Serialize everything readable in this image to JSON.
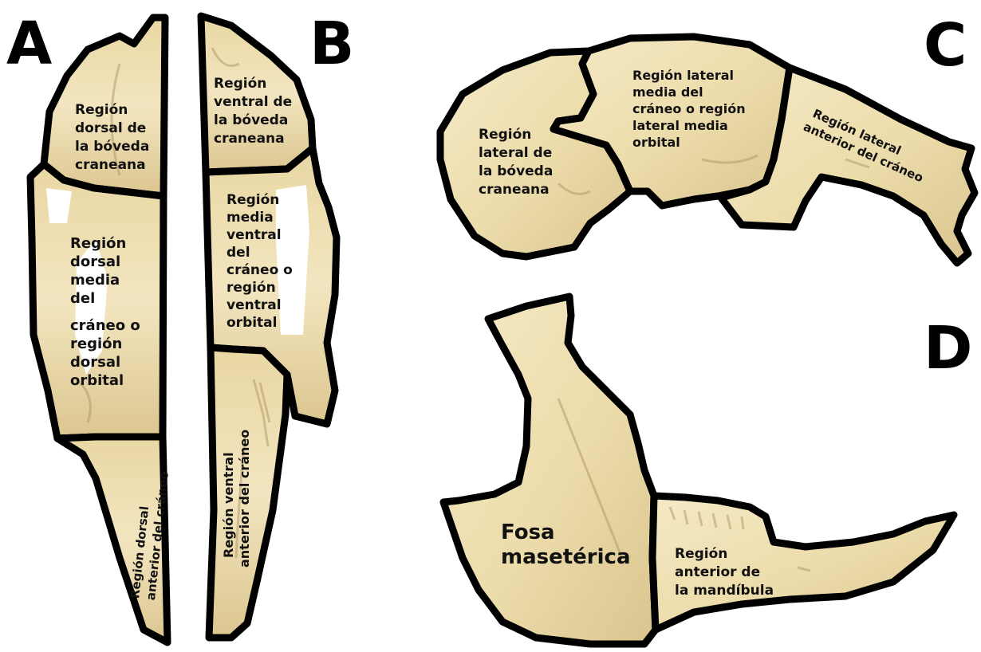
{
  "panels": {
    "A": {
      "letter": "A",
      "regions": {
        "dorsal_boveda": [
          "Región",
          "dorsal de",
          "la bóveda",
          "craneana"
        ],
        "dorsal_media": [
          "Región",
          "dorsal",
          "media",
          "del",
          "cráneo o",
          "región",
          "dorsal",
          "orbital"
        ],
        "dorsal_anterior": [
          "Región dorsal",
          "anterior del cráneo"
        ]
      }
    },
    "B": {
      "letter": "B",
      "regions": {
        "ventral_boveda": [
          "Región",
          "ventral de",
          "la bóveda",
          "craneana"
        ],
        "media_ventral": [
          "Región",
          "media",
          "ventral",
          "del",
          "cráneo o",
          "región",
          "ventral",
          "orbital"
        ],
        "ventral_anterior": [
          "Región ventral",
          "anterior del cráneo"
        ]
      }
    },
    "C": {
      "letter": "C",
      "regions": {
        "lateral_boveda": [
          "Región",
          "lateral de",
          "la bóveda",
          "craneana"
        ],
        "lateral_media": [
          "Región lateral",
          "media del",
          "cráneo o región",
          "lateral media",
          "orbital"
        ],
        "lateral_anterior": [
          "Región lateral",
          "anterior del cráneo"
        ]
      }
    },
    "D": {
      "letter": "D",
      "regions": {
        "fosa": [
          "Fosa",
          "masetérica"
        ],
        "mandibula_anterior": [
          "Región",
          "anterior de",
          "la mandíbula"
        ]
      }
    }
  },
  "colors": {
    "bone_light": "#f3e6bf",
    "bone_dark": "#ddc894",
    "outline": "#000000"
  }
}
